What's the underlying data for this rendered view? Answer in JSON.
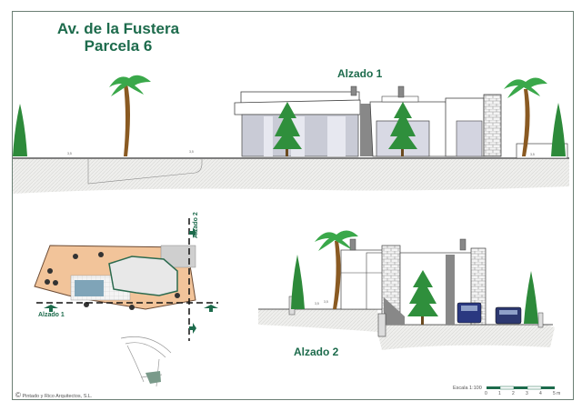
{
  "title": {
    "line1": "Av. de la Fustera",
    "line2": "Parcela 6"
  },
  "views": {
    "elevation1": {
      "label": "Alzado 1"
    },
    "elevation2": {
      "label": "Alzado 2"
    },
    "site_plan": {
      "section_label_1": "Alzado 1",
      "section_label_2": "Alzado 2"
    }
  },
  "footer": {
    "copyright_symbol": "©",
    "credit": "Pintado y Rico Arquitectos, S.L.",
    "scale_label": "Escala 1:100",
    "scale_ticks": [
      "0",
      "1",
      "2",
      "3",
      "4",
      "5 m"
    ]
  },
  "colors": {
    "accent_green": "#1d6b4c",
    "frame": "#6b7f74",
    "ground_fill": "#ecece9",
    "plot_fill": "#f2c49a",
    "pool": "#7fa4b8",
    "tree_green": "#2d8a3a",
    "trunk": "#8a5a22"
  }
}
